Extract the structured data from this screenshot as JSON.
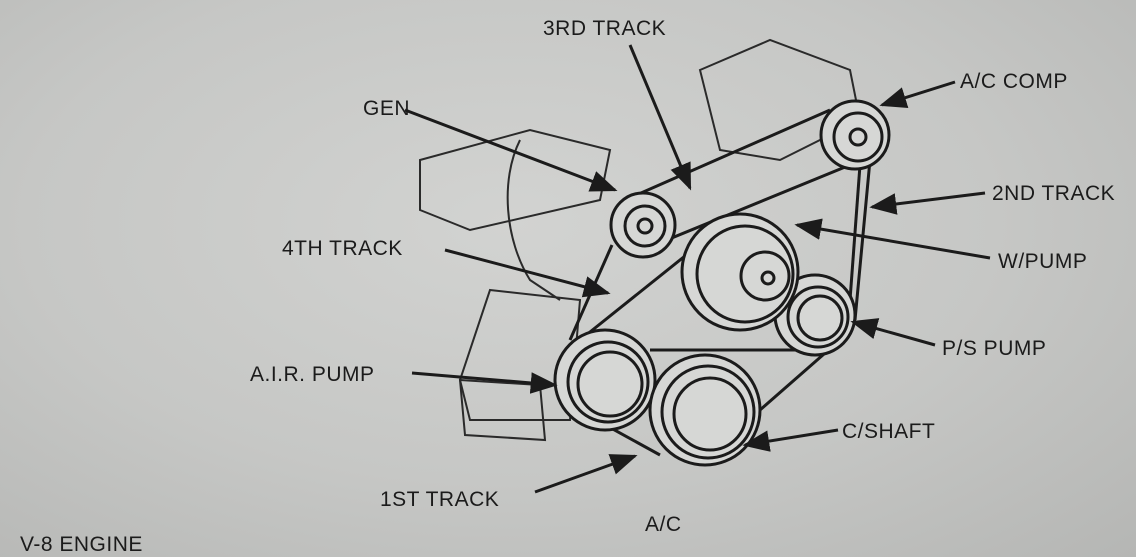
{
  "labels": {
    "third_track": "3RD TRACK",
    "gen": "GEN",
    "ac_comp": "A/C COMP",
    "second_track": "2ND TRACK",
    "fourth_track": "4TH TRACK",
    "w_pump": "W/PUMP",
    "ps_pump": "P/S PUMP",
    "air_pump": "A.I.R. PUMP",
    "c_shaft": "C/SHAFT",
    "first_track": "1ST TRACK",
    "ac": "A/C",
    "engine": "V-8 ENGINE"
  },
  "colors": {
    "ink": "#1b1b1b",
    "paper": "#c8c9c7"
  }
}
